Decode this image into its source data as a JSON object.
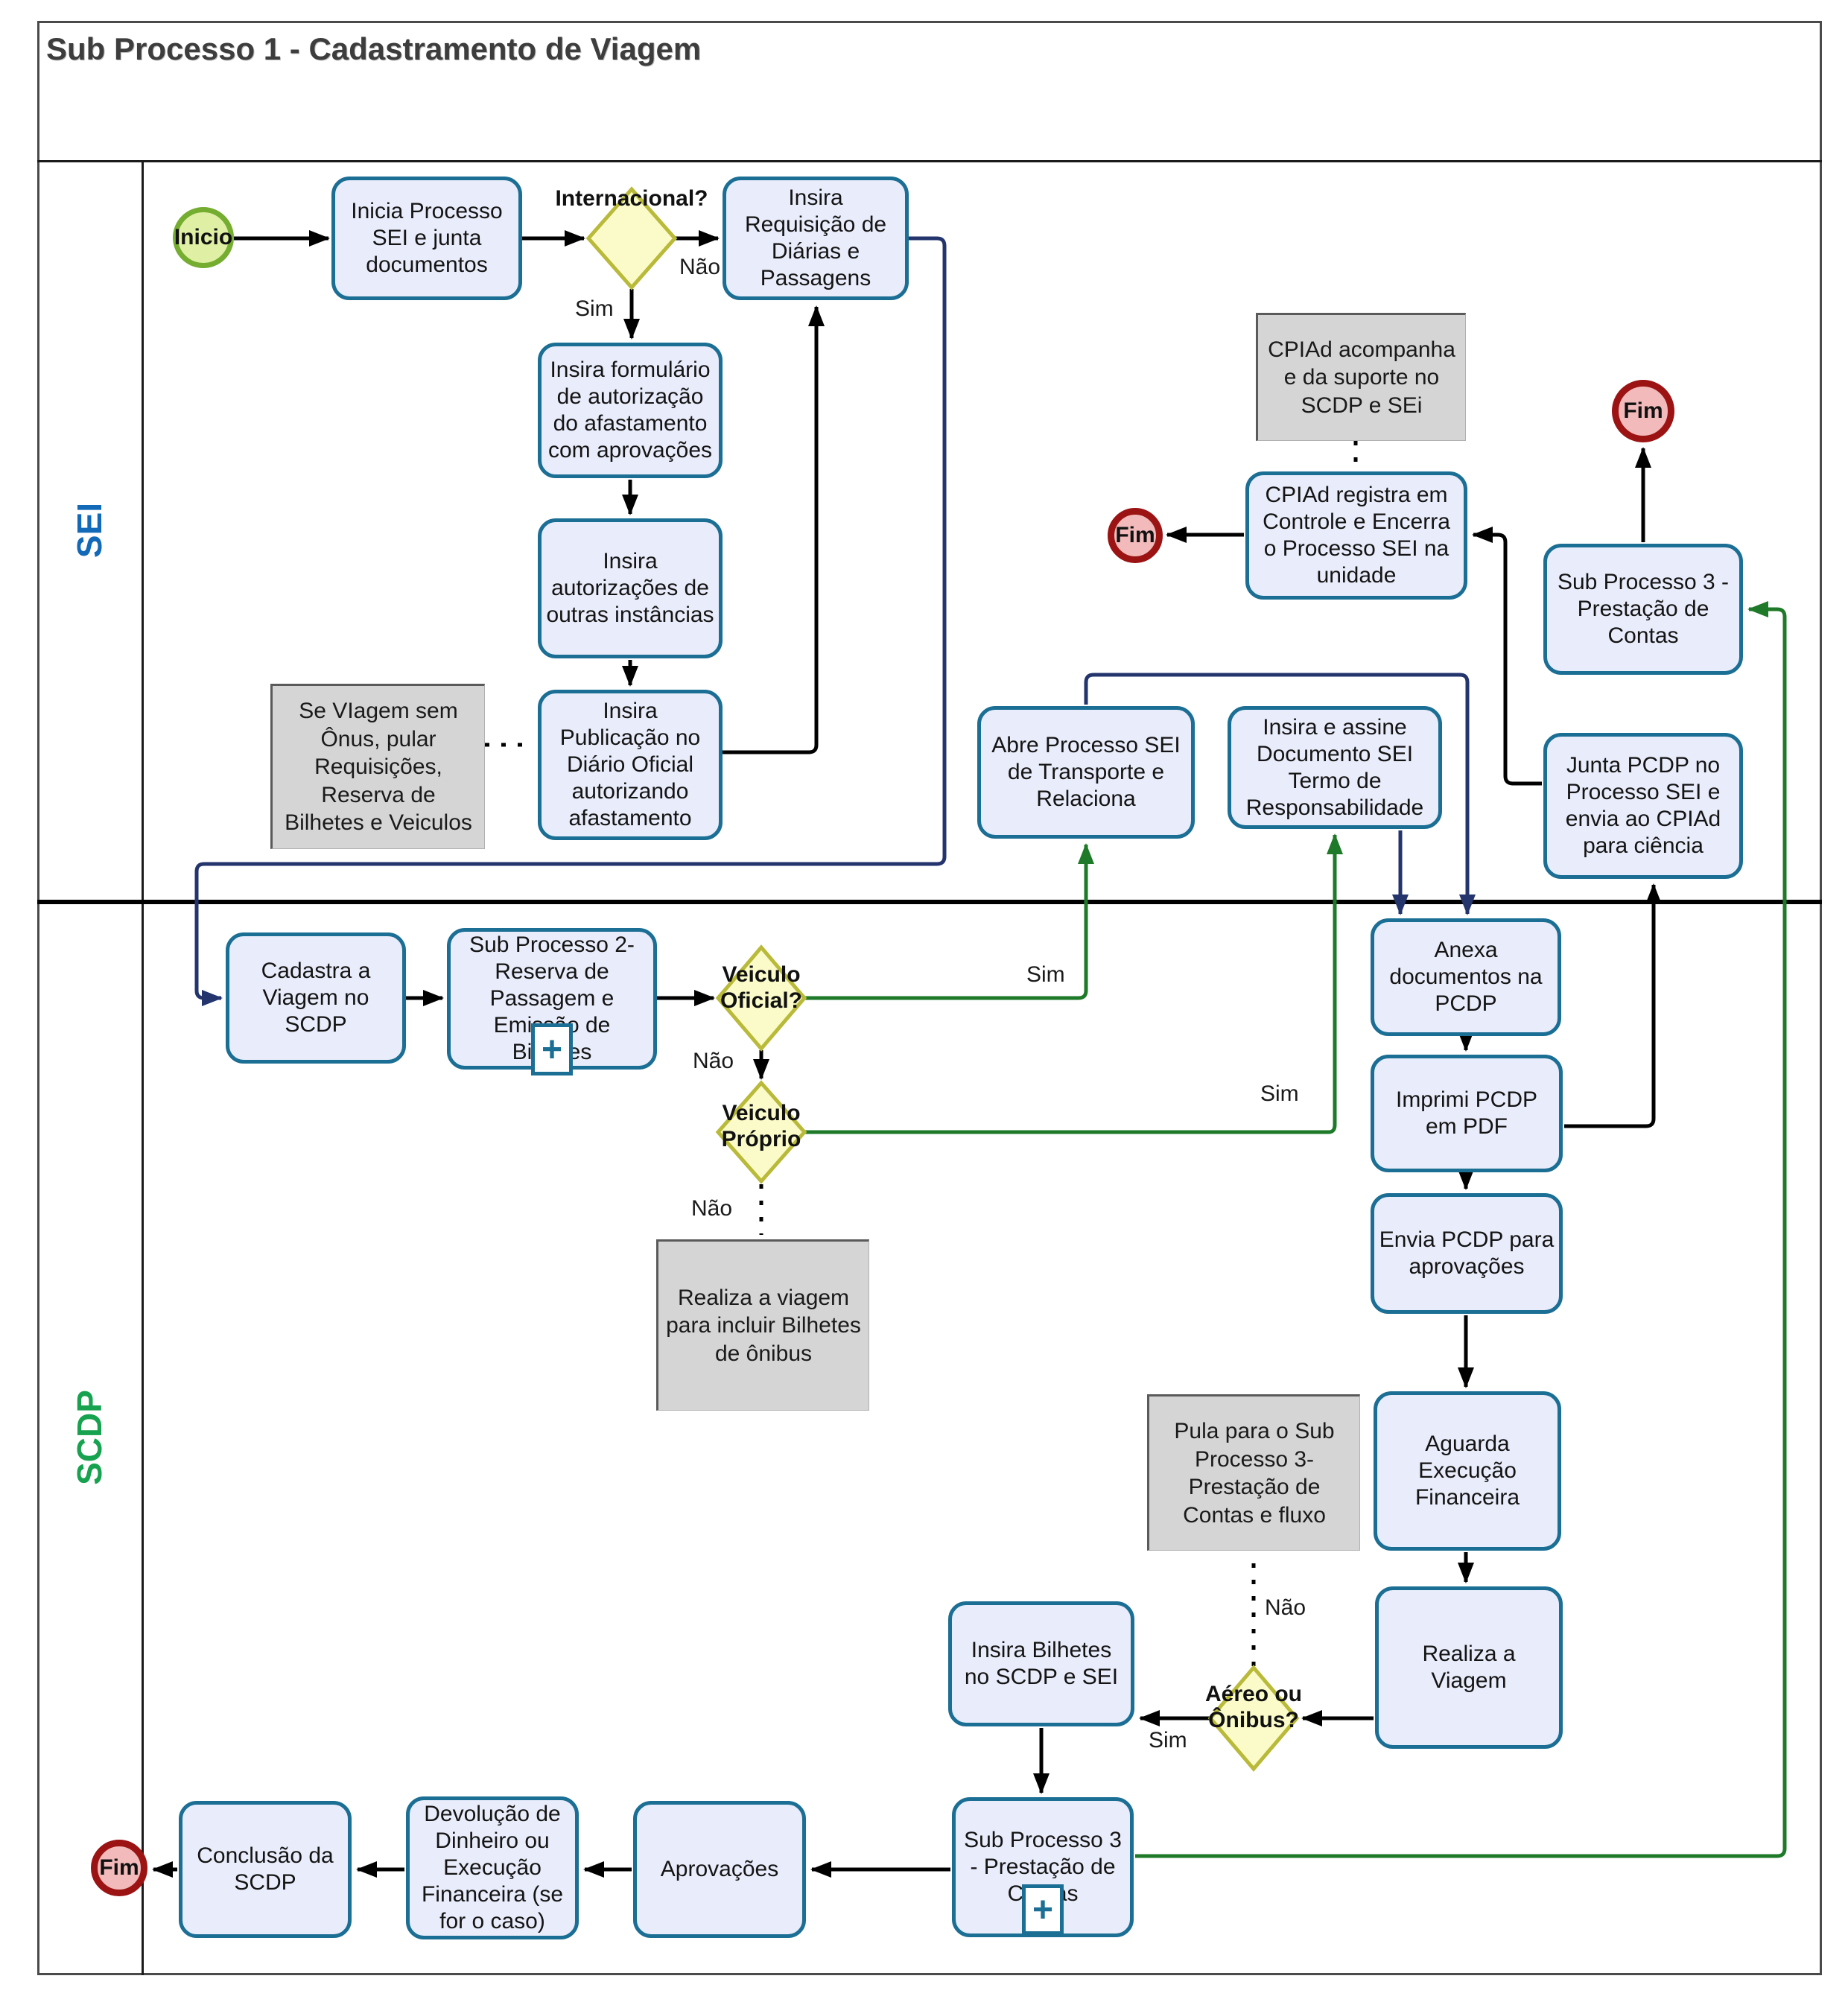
{
  "title": "Sub Processo 1 - Cadastramento de Viagem",
  "lanes": {
    "sei": "SEI",
    "scdp": "SCDP"
  },
  "events": {
    "start": "Inicio",
    "end": "Fim"
  },
  "tasks": {
    "inicia_processo": "Inicia Processo SEI e junta documentos",
    "insira_requisicao": "Insira Requisição de Diárias e Passagens",
    "insira_formulario": "Insira formulário de autorização do afastamento com aprovações",
    "insira_autorizacoes": "Insira autorizações de outras instâncias",
    "insira_publicacao": "Insira Publicação no Diário Oficial autorizando afastamento",
    "cpiad_registra": "CPIAd registra em Controle e Encerra o Processo SEI na unidade",
    "sub_processo3_topo": "Sub Processo 3 - Prestação de Contas",
    "abre_processo_transporte": "Abre Processo SEI de Transporte e Relaciona",
    "insira_assine_termo": "Insira e assine Documento SEI Termo de Responsabilidade",
    "junta_pcdp": "Junta PCDP no Processo SEI e envia ao CPIAd para ciência",
    "cadastra_viagem": "Cadastra a Viagem no SCDP",
    "sub_processo2": "Sub Processo 2- Reserva de Passagem e Emissão de Bilhetes",
    "anexa_documentos": "Anexa documentos na PCDP",
    "imprimi_pcdp": "Imprimi PCDP em PDF",
    "envia_pcdp": "Envia PCDP para aprovações",
    "aguarda_execucao": "Aguarda Execução Financeira",
    "realiza_viagem": "Realiza a Viagem",
    "insira_bilhetes": "Insira Bilhetes no SCDP e SEI",
    "sub_processo3_baixo": "Sub Processo 3 - Prestação de Contas",
    "aprovacoes": "Aprovações",
    "devolucao": "Devolução de Dinheiro ou Execução Financeira (se for o caso)",
    "conclusao_scdp": "Conclusão da SCDP"
  },
  "gateways": {
    "internacional": "Internacional?",
    "veiculo_oficial": "Veiculo\nOficial?",
    "veiculo_proprio": "Veiculo\nPróprio",
    "aereo_onibus": "Aéreo ou\nÔnibus?"
  },
  "notes": {
    "sem_onus": "Se VIagem sem Ônus, pular Requisições, Reserva de Bilhetes e Veiculos",
    "cpiad_acompanha": "CPIAd acompanha e da suporte no SCDP e SEi",
    "realiza_onibus": "Realiza a viagem para incluir Bilhetes de ônibus",
    "pula_sub3": "Pula para o Sub Processo 3- Prestação de Contas e fluxo"
  },
  "edge_labels": {
    "sim": "Sim",
    "nao": "Não"
  },
  "subprocess_marker": "+",
  "colors": {
    "task_fill": "#e9ecfa",
    "task_border": "#1b6e94",
    "gateway_fill": "#fafbc8",
    "gateway_border": "#b9ba39",
    "start_fill": "#dff0a5",
    "start_border": "#74ad30",
    "end_fill": "#f2baba",
    "end_border": "#9b1313",
    "note_fill": "#d5d5d5",
    "lane_sei": "#1269b8",
    "lane_scdp": "#17a24f",
    "flow_black": "#000000",
    "flow_navy": "#24356e",
    "flow_green": "#1e7a28"
  }
}
